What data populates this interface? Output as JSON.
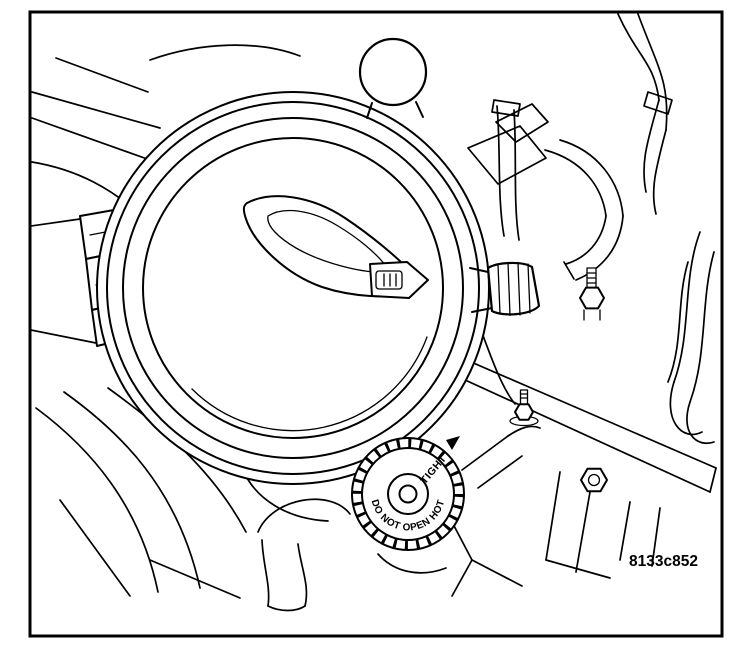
{
  "figure": {
    "code": "8133c852"
  },
  "radiator_cap": {
    "warning_text": "DO NOT OPEN HOT",
    "tighten_text": "TIGHT"
  },
  "colors": {
    "line": "#000000",
    "background": "#ffffff"
  }
}
